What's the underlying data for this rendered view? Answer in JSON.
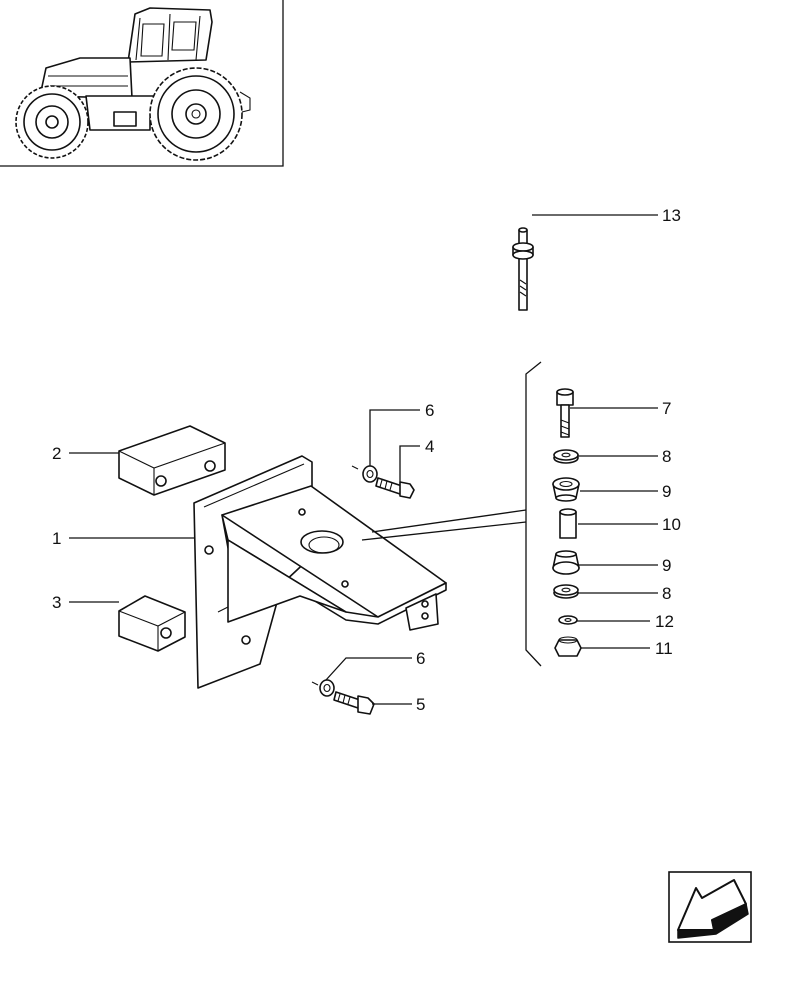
{
  "callouts": [
    {
      "id": "c1",
      "text": "1"
    },
    {
      "id": "c2",
      "text": "2"
    },
    {
      "id": "c3",
      "text": "3"
    },
    {
      "id": "c4",
      "text": "4"
    },
    {
      "id": "c5",
      "text": "5"
    },
    {
      "id": "c6a",
      "text": "6"
    },
    {
      "id": "c6b",
      "text": "6"
    },
    {
      "id": "c7",
      "text": "7"
    },
    {
      "id": "c8a",
      "text": "8"
    },
    {
      "id": "c8b",
      "text": "8"
    },
    {
      "id": "c9a",
      "text": "9"
    },
    {
      "id": "c9b",
      "text": "9"
    },
    {
      "id": "c10",
      "text": "10"
    },
    {
      "id": "c11",
      "text": "11"
    },
    {
      "id": "c12",
      "text": "12"
    },
    {
      "id": "c13",
      "text": "13"
    }
  ],
  "icons": {
    "thumbnail": "tractor-illustration",
    "nav": "arrow-down-left-icon"
  }
}
